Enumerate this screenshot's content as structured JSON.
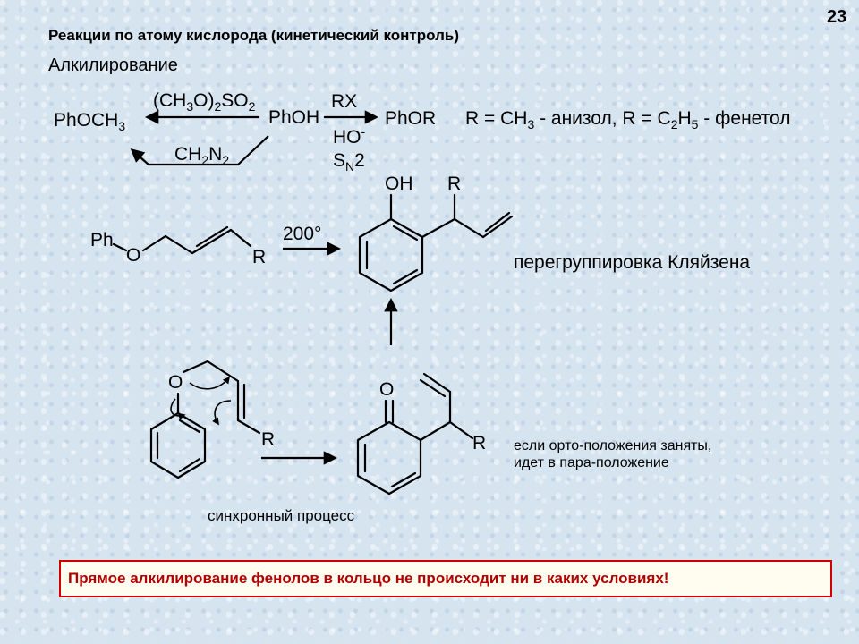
{
  "slide_number": "23",
  "title": "Реакции по атому кислорода (кинетический контроль)",
  "subtitle": "Алкилирование",
  "scheme1": {
    "reactant": "PhOH",
    "product_left": "PhOCH3",
    "reagent_top": "(CH3O)2SO2",
    "reagent_bottom": "CH2N2",
    "reagent_right_top": "RX",
    "reagent_right_bottom_1": "HO-",
    "reagent_right_bottom_2": "SN2",
    "product_right": "PhOR",
    "note": "R = CH3 - анизол, R = C2H5 - фенетол"
  },
  "scheme2": {
    "temperature": "200°",
    "label": "перегруппировка Кляйзена",
    "mechanism_label": "синхронный процесс",
    "para_note_line1": "если орто-положения заняты,",
    "para_note_line2": "идет в пара-положение"
  },
  "footer_note": "Прямое алкилирование фенолов в кольцо не происходит ни в каких условиях!"
}
